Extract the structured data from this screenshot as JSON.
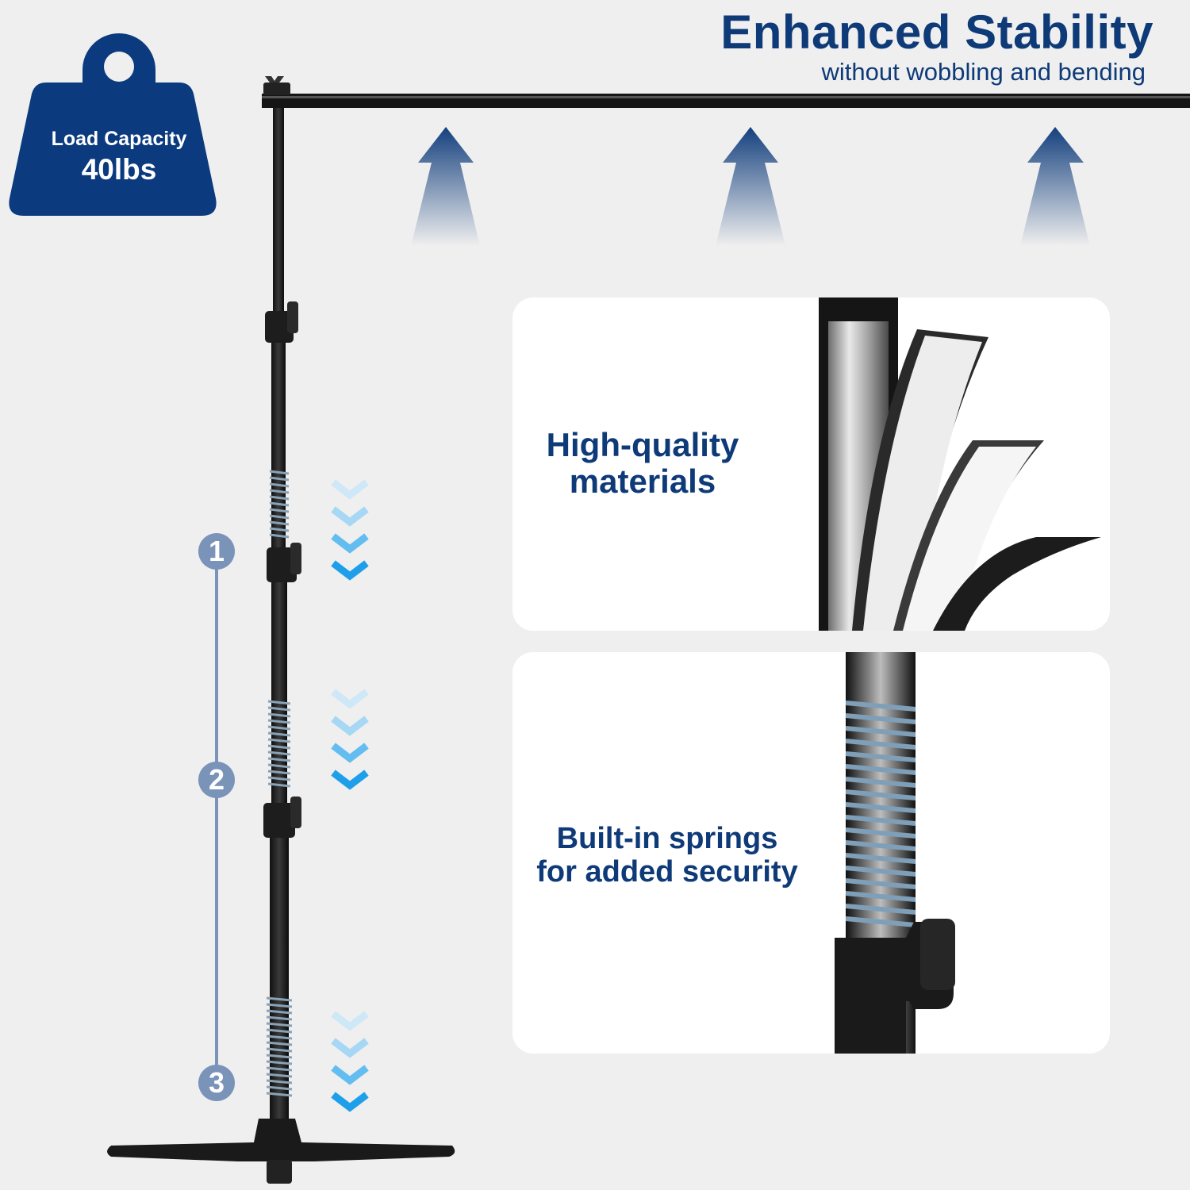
{
  "header": {
    "title": "Enhanced Stability",
    "subtitle": "without wobbling and bending"
  },
  "load_badge": {
    "label": "Load Capacity",
    "value": "40lbs",
    "icon": "weight-icon"
  },
  "features": [
    {
      "label_line1": "High-quality",
      "label_line2": "materials",
      "icon": "tube-layers-icon"
    },
    {
      "label_line1": "Built-in springs",
      "label_line2": "for added security",
      "icon": "spring-icon"
    }
  ],
  "steps": [
    "1",
    "2",
    "3"
  ],
  "colors": {
    "brand_navy": "#0e3a78",
    "badge_navy": "#0b3a7e",
    "step_circle": "#7a93b9",
    "chevron_blue": "#2aa8ee",
    "background": "#efefef"
  }
}
